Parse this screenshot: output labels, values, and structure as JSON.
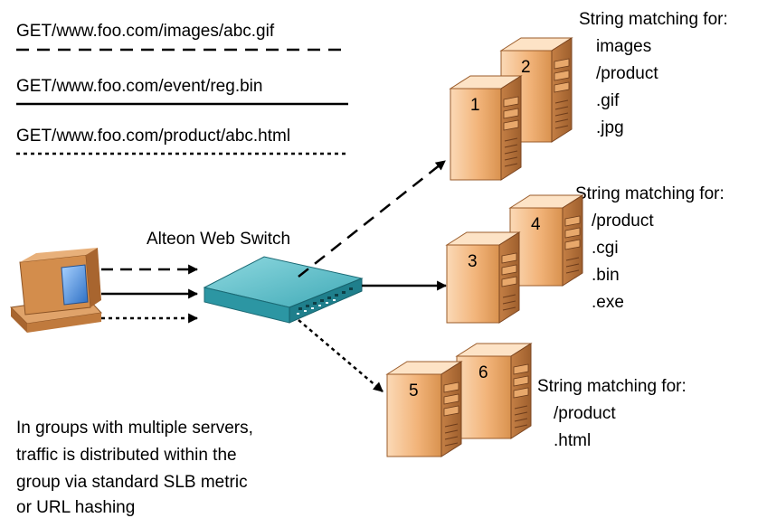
{
  "requests": [
    {
      "text": "GET/www.foo.com/images/abc.gif",
      "line_style": "dashed"
    },
    {
      "text": "GET/www.foo.com/event/reg.bin",
      "line_style": "solid"
    },
    {
      "text": "GET/www.foo.com/product/abc.html",
      "line_style": "dotted"
    }
  ],
  "switch_label": "Alteon Web Switch",
  "groups": [
    {
      "heading": "String matching for:",
      "rules": [
        "images",
        "/product",
        ".gif",
        ".jpg"
      ],
      "servers": [
        "1",
        "2"
      ]
    },
    {
      "heading": "String matching for:",
      "rules": [
        "/product",
        ".cgi",
        ".bin",
        ".exe"
      ],
      "servers": [
        "3",
        "4"
      ]
    },
    {
      "heading": "String matching for:",
      "rules": [
        "/product",
        ".html"
      ],
      "servers": [
        "5",
        "6"
      ]
    }
  ],
  "note_lines": [
    "In groups with multiple servers,",
    "traffic is distributed within the",
    "group via standard SLB metric",
    "or URL hashing"
  ],
  "colors": {
    "server_light": "#f7c79a",
    "server_dark": "#c47f45",
    "switch_top": "#5fc0cc",
    "switch_side": "#1f7f8c",
    "pc_body": "#c88445",
    "pc_screen": "#4b8fd6"
  },
  "icons": [
    "desktop-computer-icon",
    "network-switch-icon",
    "server-tower-icon"
  ]
}
